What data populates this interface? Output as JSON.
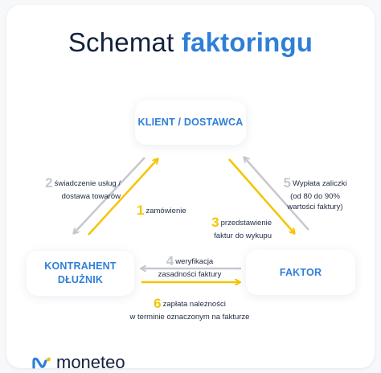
{
  "title": {
    "regular": "Schemat",
    "bold": "faktoringu"
  },
  "nodes": {
    "client": "KLIENT / DOSTAWCA",
    "debtor": "KONTRAHENT\nDŁUŻNIK",
    "factor": "FAKTOR"
  },
  "steps": [
    {
      "number": "1",
      "text": "zamówienie"
    },
    {
      "number": "2",
      "text": "świadczenie usług /\ndostawa towarów"
    },
    {
      "number": "3",
      "text": "przedstawienie\nfaktur do wykupu"
    },
    {
      "number": "4",
      "text": "weryfikacja\nzasadności faktury"
    },
    {
      "number": "5",
      "text": "Wypłata zaliczki\n(od 80 do 90%\nwartości faktury)"
    },
    {
      "number": "6",
      "text": "zapłata należności\nw terminie oznaczonym na fakturze"
    }
  ],
  "brand": {
    "name": "moneteo"
  },
  "colors": {
    "accent": "#2f7fd8",
    "yellow": "#f5c400",
    "gray": "#c5c8cf",
    "text": "#14213d"
  }
}
